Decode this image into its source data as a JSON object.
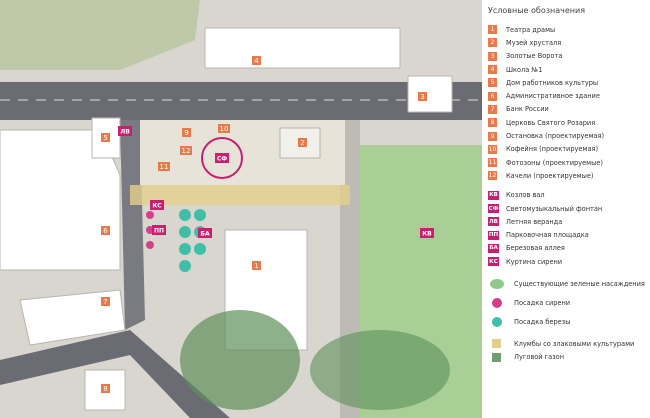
{
  "legend": {
    "title": "Условные обозначения",
    "items": [
      {
        "marker": "1",
        "label": "Театра драмы"
      },
      {
        "marker": "2",
        "label": "Музей хрусталя"
      },
      {
        "marker": "3",
        "label": "Золотые Ворота"
      },
      {
        "marker": "4",
        "label": "Школа №1"
      },
      {
        "marker": "5",
        "label": "Дом работников культуры"
      },
      {
        "marker": "6",
        "label": "Административное здание"
      },
      {
        "marker": "7",
        "label": "Банк России"
      },
      {
        "marker": "8",
        "label": "Церковь Святого Розария"
      },
      {
        "marker": "9",
        "label": "Остановка (проектируемая)"
      },
      {
        "marker": "10",
        "label": "Кофейня (проектируемая)"
      },
      {
        "marker": "11",
        "label": "Фотозоны (проектируемые)"
      },
      {
        "marker": "12",
        "label": "Качели (проектируемые)"
      }
    ],
    "zones": [
      {
        "marker": "КВ",
        "label": "Козлов вал"
      },
      {
        "marker": "СФ",
        "label": "Светомузыкальный фонтан"
      },
      {
        "marker": "ЛВ",
        "label": "Летняя веранда"
      },
      {
        "marker": "ПП",
        "label": "Парковочная площадка"
      },
      {
        "marker": "БА",
        "label": "Березовая аллея"
      },
      {
        "marker": "КС",
        "label": "Куртина сирени"
      }
    ],
    "symbols": [
      {
        "label": "Существующие зеленые насаждения"
      },
      {
        "label": "Посадка сирени"
      },
      {
        "label": "Посадка березы"
      }
    ],
    "fills": [
      {
        "label": "Клумбы со злаковыми культурами",
        "color": "#e3cf8a"
      },
      {
        "label": "Луговой газон",
        "color": "#6f9e74"
      }
    ]
  },
  "map": {
    "building_numbers": [
      "1",
      "2",
      "3",
      "4",
      "5",
      "6",
      "7",
      "8",
      "9",
      "10",
      "11",
      "12"
    ],
    "zone_tags": [
      "КВ",
      "СФ",
      "ЛВ",
      "ПП",
      "БА",
      "КС"
    ],
    "colors": {
      "number_marker": "#e87a4a",
      "zone_marker": "#c7206f",
      "road": "#6b6b73",
      "greenery": "#8fc98a",
      "building": "#ffffff",
      "lilac": "#d1408a",
      "birch": "#3fbfa8"
    }
  }
}
